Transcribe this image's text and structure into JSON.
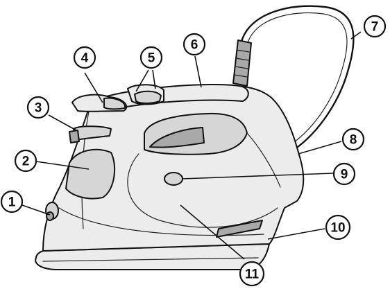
{
  "diagram": {
    "subject": "steam-iron",
    "callouts": [
      {
        "id": "c1",
        "label": "1"
      },
      {
        "id": "c2",
        "label": "2"
      },
      {
        "id": "c3",
        "label": "3"
      },
      {
        "id": "c4",
        "label": "4"
      },
      {
        "id": "c5",
        "label": "5"
      },
      {
        "id": "c6",
        "label": "6"
      },
      {
        "id": "c7",
        "label": "7"
      },
      {
        "id": "c8",
        "label": "8"
      },
      {
        "id": "c9",
        "label": "9"
      },
      {
        "id": "c10",
        "label": "10"
      },
      {
        "id": "c11",
        "label": "11"
      }
    ]
  }
}
